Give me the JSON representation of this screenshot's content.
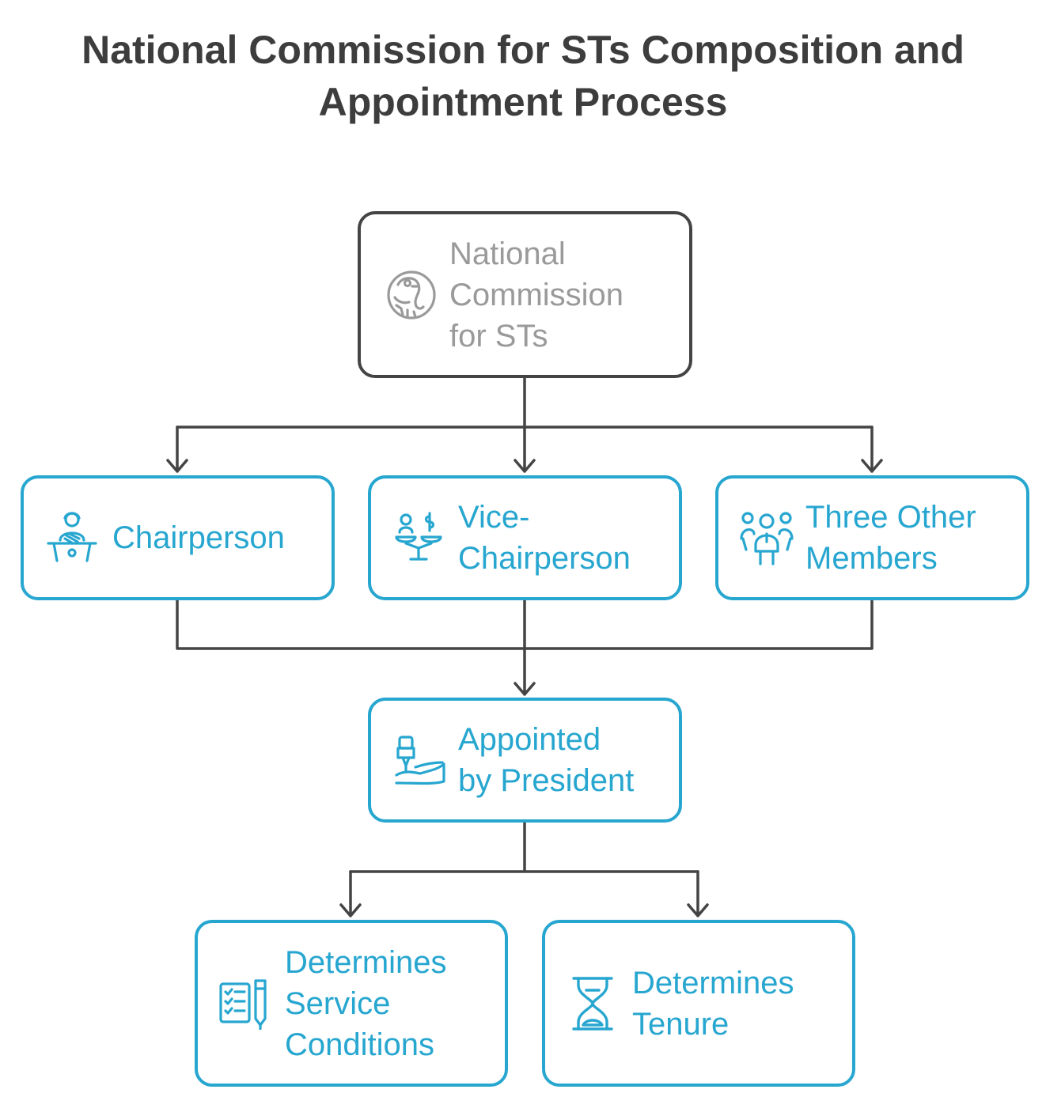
{
  "title": {
    "line1": "National Commission for STs Composition and",
    "line2": "Appointment Process"
  },
  "colors": {
    "accent": "#27a6d0",
    "root_border": "#444444",
    "root_text": "#9a9a9a",
    "connector": "#444444",
    "title": "#3d3d3d"
  },
  "nodes": {
    "root": {
      "lines": [
        "National",
        "Commission",
        "for STs"
      ],
      "icon": "serpent-emblem-icon"
    },
    "chair": {
      "lines": [
        "Chairperson"
      ],
      "icon": "chairperson-at-podium-icon"
    },
    "vice": {
      "lines": [
        "Vice-",
        "Chairperson"
      ],
      "icon": "balance-scale-person-dollar-icon"
    },
    "members": {
      "lines": [
        "Three Other",
        "Members"
      ],
      "icon": "group-of-people-icon"
    },
    "appointed": {
      "lines": [
        "Appointed",
        "by President"
      ],
      "icon": "hand-holding-pen-icon"
    },
    "service": {
      "lines": [
        "Determines",
        "Service",
        "Conditions"
      ],
      "icon": "checklist-and-pen-icon"
    },
    "tenure": {
      "lines": [
        "Determines",
        "Tenure"
      ],
      "icon": "hourglass-icon"
    }
  }
}
